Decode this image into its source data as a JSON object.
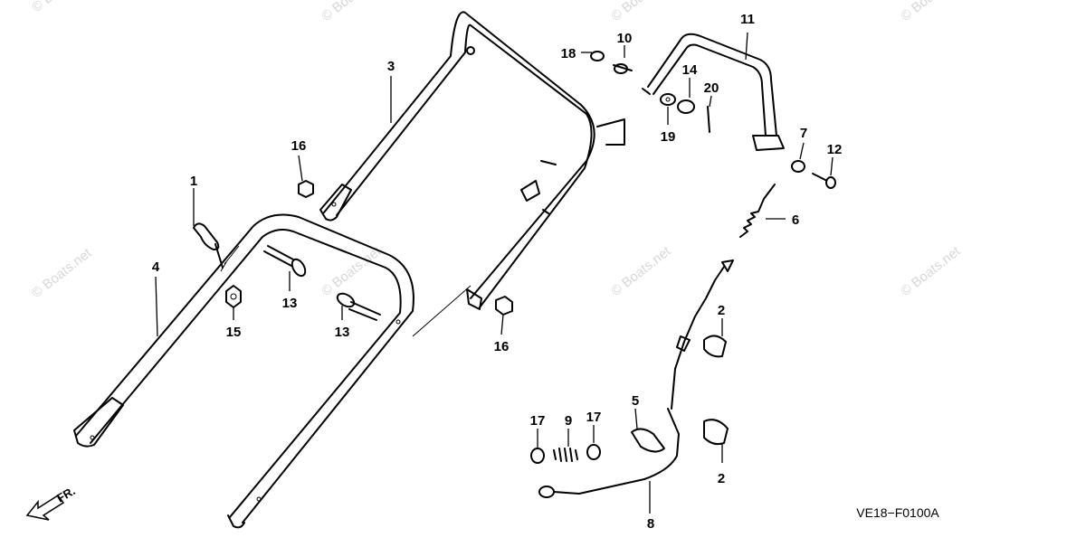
{
  "diagram_code": "VE18−F0100A",
  "front_marker": "FR.",
  "watermark": "© Boats.net",
  "callouts": [
    {
      "id": "c1",
      "label": "1"
    },
    {
      "id": "c2a",
      "label": "2"
    },
    {
      "id": "c2b",
      "label": "2"
    },
    {
      "id": "c3",
      "label": "3"
    },
    {
      "id": "c4",
      "label": "4"
    },
    {
      "id": "c5",
      "label": "5"
    },
    {
      "id": "c6",
      "label": "6"
    },
    {
      "id": "c7",
      "label": "7"
    },
    {
      "id": "c8",
      "label": "8"
    },
    {
      "id": "c9",
      "label": "9"
    },
    {
      "id": "c10",
      "label": "10"
    },
    {
      "id": "c11",
      "label": "11"
    },
    {
      "id": "c12",
      "label": "12"
    },
    {
      "id": "c13a",
      "label": "13"
    },
    {
      "id": "c13b",
      "label": "13"
    },
    {
      "id": "c14",
      "label": "14"
    },
    {
      "id": "c15",
      "label": "15"
    },
    {
      "id": "c16a",
      "label": "16"
    },
    {
      "id": "c16b",
      "label": "16"
    },
    {
      "id": "c17a",
      "label": "17"
    },
    {
      "id": "c17b",
      "label": "17"
    },
    {
      "id": "c18",
      "label": "18"
    },
    {
      "id": "c19",
      "label": "19"
    },
    {
      "id": "c20",
      "label": "20"
    }
  ]
}
